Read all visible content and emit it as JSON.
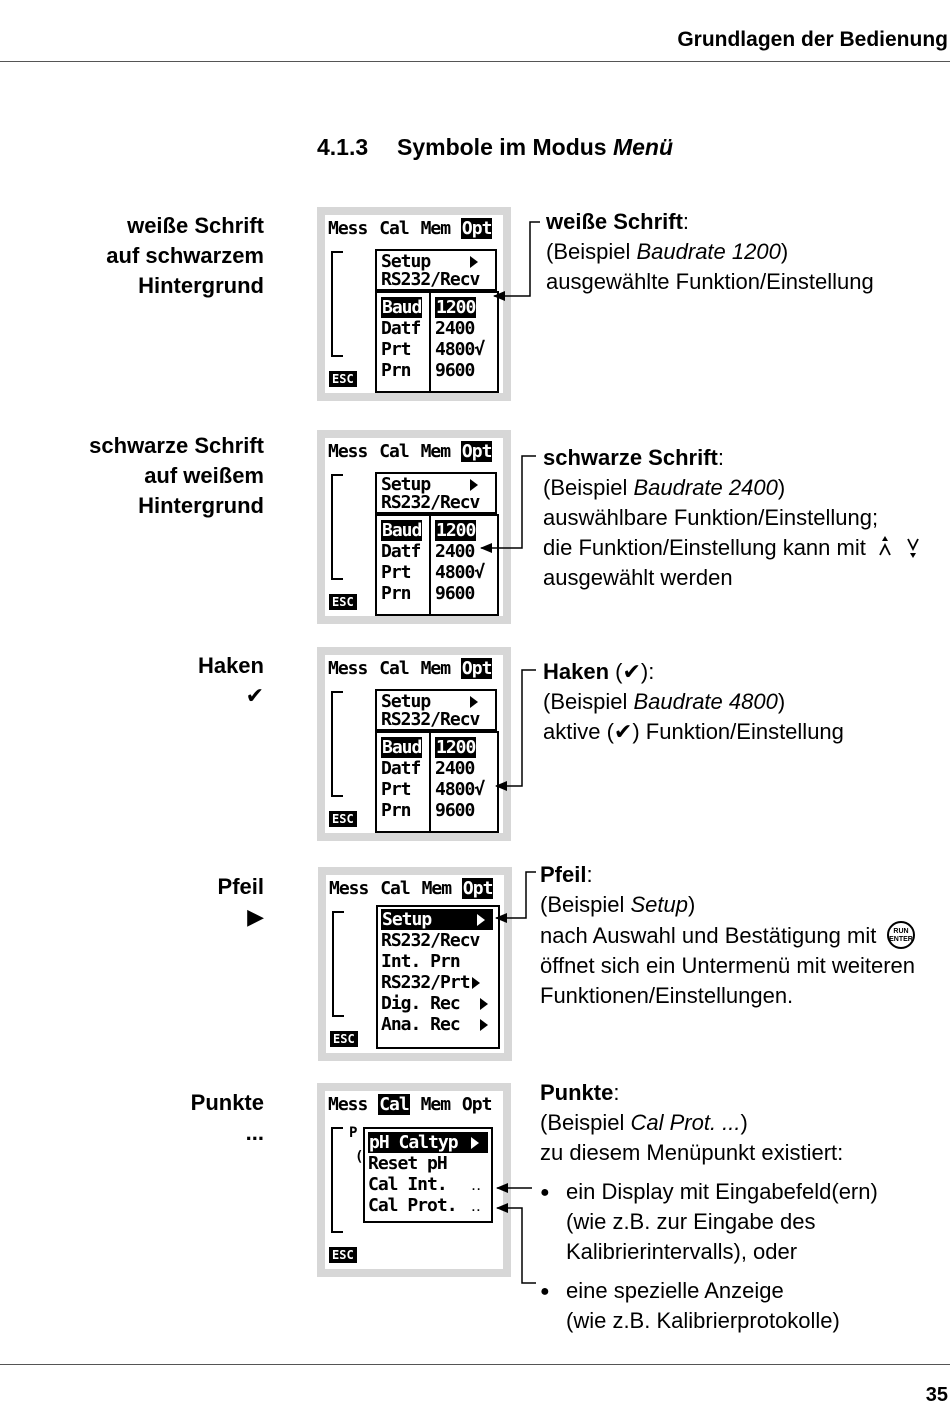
{
  "header": {
    "title": "Grundlagen der Bedienung"
  },
  "section": {
    "number": "4.1.3",
    "title_prefix": "Symbole im Modus",
    "title_italic": "Menü"
  },
  "page_number": "35",
  "display": {
    "menubar": [
      "Mess",
      "Cal",
      "Mem",
      "Opt"
    ],
    "esc": "ESC",
    "opt_menu": [
      "Setup",
      "RS232/Recv"
    ],
    "opt_sub_left": [
      "Baud",
      "Datf",
      "Prt",
      "Prn"
    ],
    "opt_sub_right": [
      "1200",
      "2400",
      "4800√",
      "9600"
    ],
    "setup_menu": [
      "Setup",
      "RS232/Recv",
      "Int. Prn",
      "RS232/Prt",
      "Dig. Rec",
      "Ana. Rec"
    ],
    "cal_menu": [
      "pH Caltyp",
      "Reset pH",
      "Cal Int.",
      "Cal Prot."
    ],
    "cal_dots": "..",
    "cal_hidden": [
      "P",
      "("
    ]
  },
  "items": [
    {
      "label": [
        "weiße Schrift",
        "auf schwarzem",
        "Hintergrund"
      ],
      "term": "weiße Schrift",
      "ex_prefix": "(Beispiel ",
      "ex_italic": "Baudrate 1200",
      "ex_suffix": ")",
      "lines": [
        "ausgewählte Funktion/Einstellung"
      ]
    },
    {
      "label": [
        "schwarze Schrift",
        "auf weißem",
        "Hintergrund"
      ],
      "term": "schwarze Schrift",
      "ex_prefix": "(Beispiel ",
      "ex_italic": "Baudrate 2400",
      "ex_suffix": ")",
      "lines": [
        "auswählbare Funktion/Einstellung;",
        "die Funktion/Einstellung kann mit",
        "ausgewählt werden"
      ]
    },
    {
      "label": [
        "Haken",
        "✔"
      ],
      "term": "Haken",
      "term_suffix": " (✔):",
      "ex_prefix": "(Beispiel ",
      "ex_italic": "Baudrate 4800",
      "ex_suffix": ")",
      "lines": [
        "aktive (✔) Funktion/Einstellung"
      ]
    },
    {
      "label": [
        "Pfeil",
        "▶"
      ],
      "term": "Pfeil",
      "ex_prefix": "(Beispiel ",
      "ex_italic": "Setup",
      "ex_suffix": ")",
      "lines": [
        "nach Auswahl und Bestätigung mit",
        "öffnet sich ein Untermenü mit weiteren",
        "Funktionen/Einstellungen."
      ]
    },
    {
      "label": [
        "Punkte",
        "..."
      ],
      "term": "Punkte",
      "ex_prefix": "(Beispiel ",
      "ex_italic": "Cal Prot. ...",
      "ex_suffix": ")",
      "lines": [
        "zu diesem Menüpunkt existiert:"
      ],
      "bullets": [
        [
          "ein Display mit Eingabefeld(ern)",
          "(wie z.B. zur Eingabe des",
          "Kalibrierintervalls), oder"
        ],
        [
          "eine spezielle Anzeige",
          "(wie z.B. Kalibrierprotokolle)"
        ]
      ]
    }
  ],
  "icons": {
    "up_down": "up-down-arrow-keys-icon",
    "run_enter": "run-enter-key-icon"
  },
  "run_enter_label": [
    "RUN",
    "ENTER"
  ]
}
